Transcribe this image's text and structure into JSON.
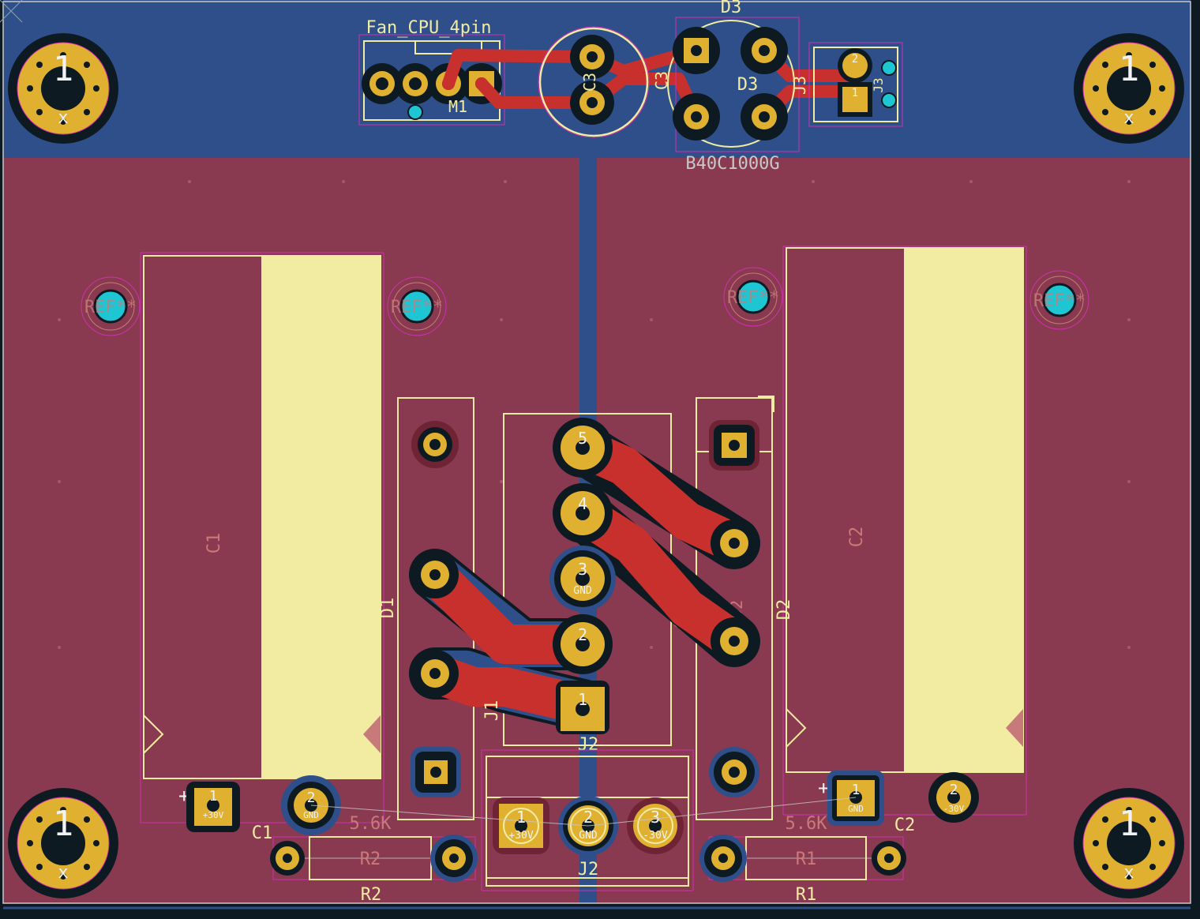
{
  "board": {
    "colors": {
      "background": "#0d1a22",
      "back_copper": "#2f4f8a",
      "front_copper_zone": "#8a3a50",
      "front_trace": "#c8302e",
      "pad": "#e0b030",
      "via": "#1ec6d4",
      "silkscreen": "#f2eca2",
      "courtyard": "#d02fb0",
      "fab": "#c87a7a"
    }
  },
  "mounting_holes": [
    {
      "id": "mh-top-left",
      "number": "1",
      "mark": "x"
    },
    {
      "id": "mh-top-right",
      "number": "1",
      "mark": "x"
    },
    {
      "id": "mh-bottom-left",
      "number": "1",
      "mark": "x"
    },
    {
      "id": "mh-bottom-right",
      "number": "1",
      "mark": "x"
    }
  ],
  "labels": {
    "fan_value": "Fan_CPU_4pin",
    "fan_ref": "M1",
    "c3_ref": "C3",
    "c3_ref_fab": "C3",
    "d3_ref_top": "D3",
    "d3_ref_fab": "D3",
    "d3_value": "B40C1000G",
    "j3_ref": "J3",
    "j3_ref_fab": "J3",
    "c1_fab": "C1",
    "c2_fab": "C2",
    "c1_ref": "C1",
    "c2_ref": "C2",
    "d1_ref": "D1",
    "d2_ref": "D2",
    "d2_fab": "D2",
    "j1_ref": "J1",
    "j2_ref_top": "J2",
    "j2_ref_bottom": "J2",
    "r1_value": "5.6K",
    "r2_value": "5.6K",
    "r1_fab": "R1",
    "r2_fab": "R2",
    "r1_ref": "R1",
    "r2_ref": "R2",
    "ref_star": "REF**",
    "c_fab": "C"
  },
  "pads": {
    "j1": [
      {
        "num": "5",
        "net": ""
      },
      {
        "num": "4",
        "net": ""
      },
      {
        "num": "3",
        "net": "GND"
      },
      {
        "num": "2",
        "net": ""
      },
      {
        "num": "1",
        "net": ""
      }
    ],
    "j2": [
      {
        "num": "1",
        "net": "+30V"
      },
      {
        "num": "2",
        "net": "GND"
      },
      {
        "num": "3",
        "net": "-30V"
      }
    ],
    "c1": [
      {
        "num": "1",
        "net": "+30V"
      },
      {
        "num": "2",
        "net": "GND"
      }
    ],
    "c2": [
      {
        "num": "1",
        "net": "GND"
      },
      {
        "num": "2",
        "net": "-30V"
      }
    ],
    "j3": [
      {
        "num": "2",
        "net": ""
      },
      {
        "num": "1",
        "net": ""
      }
    ],
    "c1_plus": "+",
    "c2_plus": "+"
  }
}
